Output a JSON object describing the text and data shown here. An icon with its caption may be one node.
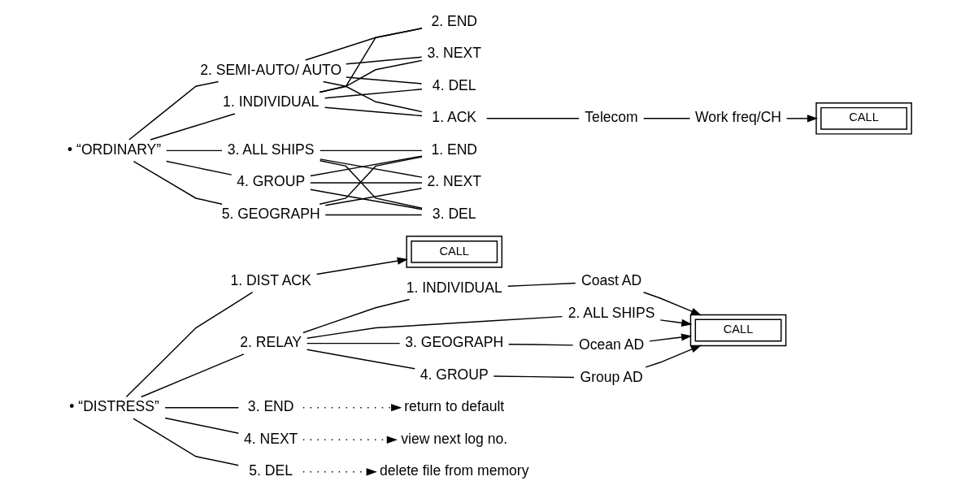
{
  "diagram": {
    "nodes": [
      {
        "text": [
          "• “DISTRESS”"
        ]
      },
      {
        "text": [
          "1. DIST ACK"
        ]
      },
      {
        "text": [
          "CALL"
        ]
      },
      {
        "text": [
          "2. RELAY"
        ]
      },
      {
        "text": [
          "3. END"
        ]
      },
      {
        "text": [
          "return to default"
        ]
      },
      {
        "text": [
          "4. NEXT"
        ]
      },
      {
        "text": [
          "view next log no."
        ]
      },
      {
        "text": [
          "5. DEL"
        ]
      },
      {
        "text": [
          "delete file from memory"
        ]
      },
      {
        "text": [
          "1. INDIVIDUAL"
        ]
      },
      {
        "text": [
          "Coast AD"
        ]
      },
      {
        "text": [
          "2. ALL SHIPS"
        ]
      },
      {
        "text": [
          "3. GEOGRAPH"
        ]
      },
      {
        "text": [
          "Ocean AD"
        ]
      },
      {
        "text": [
          "4. GROUP"
        ]
      },
      {
        "text": [
          "Group AD"
        ]
      },
      {
        "text": [
          "CALL"
        ]
      },
      {
        "text": [
          "• “ORDINARY”"
        ]
      },
      {
        "text": [
          "1. INDIVIDUAL"
        ]
      },
      {
        "text": [
          "2. SEMI-AUTO/ AUTO"
        ]
      },
      {
        "text": [
          "1. ACK"
        ]
      },
      {
        "text": [
          "Telecom"
        ]
      },
      {
        "text": [
          "Work freq/CH"
        ]
      },
      {
        "text": [
          "CALL"
        ]
      },
      {
        "text": [
          "2. END"
        ]
      },
      {
        "text": [
          "3. NEXT"
        ]
      },
      {
        "text": [
          "4. DEL"
        ]
      },
      {
        "text": [
          "3. ALL SHIPS"
        ]
      },
      {
        "text": [
          "4. GROUP"
        ]
      },
      {
        "text": [
          "5. GEOGRAPH"
        ]
      },
      {
        "text": [
          "1. END"
        ]
      },
      {
        "text": [
          "2. NEXT"
        ]
      },
      {
        "text": [
          "3. DEL"
        ]
      }
    ],
    "edges": [
      {
        "from": 0,
        "to": 1,
        "arrow": "none"
      },
      {
        "from": 1,
        "to": 2,
        "arrow": "to"
      },
      {
        "from": 0,
        "to": 3,
        "arrow": "none"
      },
      {
        "from": 0,
        "to": 4,
        "arrow": "none"
      },
      {
        "from": 4,
        "to": 5,
        "arrow": "to",
        "style": "dashed"
      },
      {
        "from": 0,
        "to": 6,
        "arrow": "none"
      },
      {
        "from": 6,
        "to": 7,
        "arrow": "to",
        "style": "dashed"
      },
      {
        "from": 0,
        "to": 8,
        "arrow": "none"
      },
      {
        "from": 8,
        "to": 9,
        "arrow": "to",
        "style": "dashed"
      },
      {
        "from": 3,
        "to": 10,
        "arrow": "none"
      },
      {
        "from": 10,
        "to": 11,
        "arrow": "none"
      },
      {
        "from": 3,
        "to": 12,
        "arrow": "none"
      },
      {
        "from": 3,
        "to": 13,
        "arrow": "none"
      },
      {
        "from": 13,
        "to": 14,
        "arrow": "none"
      },
      {
        "from": 3,
        "to": 15,
        "arrow": "none"
      },
      {
        "from": 15,
        "to": 16,
        "arrow": "none"
      },
      {
        "from": 11,
        "to": 17,
        "arrow": "to"
      },
      {
        "from": 12,
        "to": 17,
        "arrow": "to"
      },
      {
        "from": 14,
        "to": 17,
        "arrow": "to"
      },
      {
        "from": 16,
        "to": 17,
        "arrow": "to"
      },
      {
        "from": 18,
        "to": 19,
        "arrow": "none"
      },
      {
        "from": 18,
        "to": 20,
        "arrow": "none"
      },
      {
        "from": 19,
        "to": 21,
        "arrow": "none"
      },
      {
        "from": 20,
        "to": 21,
        "arrow": "none"
      },
      {
        "from": 21,
        "to": 22,
        "arrow": "none"
      },
      {
        "from": 22,
        "to": 23,
        "arrow": "none"
      },
      {
        "from": 23,
        "to": 24,
        "arrow": "to"
      },
      {
        "from": 19,
        "to": 25,
        "arrow": "none"
      },
      {
        "from": 20,
        "to": 25,
        "arrow": "none"
      },
      {
        "from": 19,
        "to": 26,
        "arrow": "none"
      },
      {
        "from": 20,
        "to": 26,
        "arrow": "none"
      },
      {
        "from": 19,
        "to": 27,
        "arrow": "none"
      },
      {
        "from": 20,
        "to": 27,
        "arrow": "none"
      },
      {
        "from": 18,
        "to": 28,
        "arrow": "none"
      },
      {
        "from": 18,
        "to": 29,
        "arrow": "none"
      },
      {
        "from": 18,
        "to": 30,
        "arrow": "none"
      },
      {
        "from": 28,
        "to": 31,
        "arrow": "none"
      },
      {
        "from": 29,
        "to": 31,
        "arrow": "none"
      },
      {
        "from": 30,
        "to": 31,
        "arrow": "none"
      },
      {
        "from": 28,
        "to": 32,
        "arrow": "none"
      },
      {
        "from": 29,
        "to": 32,
        "arrow": "none"
      },
      {
        "from": 30,
        "to": 32,
        "arrow": "none"
      },
      {
        "from": 28,
        "to": 33,
        "arrow": "none"
      },
      {
        "from": 29,
        "to": 33,
        "arrow": "none"
      },
      {
        "from": 30,
        "to": 33,
        "arrow": "none"
      }
    ]
  }
}
